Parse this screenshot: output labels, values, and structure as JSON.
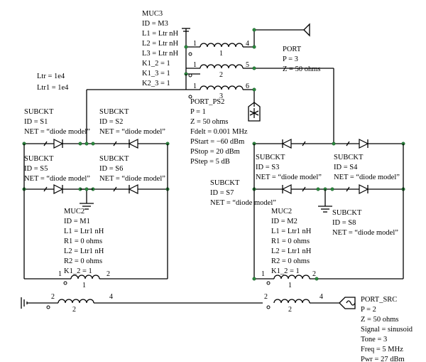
{
  "blocks": {
    "muc3": {
      "lines": [
        "MUC3",
        "ID = M3",
        "L1 = Ltr nH",
        "L2 = Ltr nH",
        "L3 = Ltr nH",
        "K1_2 = 1",
        "K1_3 = 1",
        "K2_3 = 1"
      ],
      "pins": [
        "1",
        "4",
        "1",
        "5",
        "1",
        "6"
      ],
      "coil_labels": [
        "1",
        "2",
        "3"
      ]
    },
    "params": {
      "ltr": "Ltr = 1e4",
      "ltr1": "Ltr1 = 1e4"
    },
    "port_top": {
      "lines": [
        "PORT",
        "P = 3",
        "Z = 50 ohms"
      ]
    },
    "port_ps2": {
      "lines": [
        "PORT_PS2",
        "P = 1",
        "Z = 50 ohms",
        "Fdelt = 0.001 MHz",
        "PStart = −60 dBm",
        "PStop = 20 dBm",
        "PStep = 5 dB"
      ]
    },
    "subckt_s1": {
      "lines": [
        "SUBCKT",
        "ID = S1",
        "NET = “diode model”"
      ]
    },
    "subckt_s2": {
      "lines": [
        "SUBCKT",
        "ID = S2",
        "NET = “diode model”"
      ]
    },
    "subckt_s5": {
      "lines": [
        "SUBCKT",
        "ID = S5",
        "NET = “diode model”"
      ]
    },
    "subckt_s6": {
      "lines": [
        "SUBCKT",
        "ID = S6",
        "NET = “diode model”"
      ]
    },
    "subckt_s3": {
      "lines": [
        "SUBCKT",
        "ID = S3",
        "NET = “diode model”"
      ]
    },
    "subckt_s4": {
      "lines": [
        "SUBCKT",
        "ID = S4",
        "NET = “diode model”"
      ]
    },
    "subckt_s7": {
      "lines": [
        "SUBCKT",
        "ID = S7",
        "NET = “diode model”"
      ]
    },
    "subckt_s8": {
      "lines": [
        "SUBCKT",
        "ID = S8",
        "NET = “diode model”"
      ]
    },
    "muc2_m1": {
      "lines": [
        "MUC2",
        "ID = M1",
        "L1 = Ltr1 nH",
        "R1 = 0 ohms",
        "L2 = Ltr1 nH",
        "R2 = 0 ohms",
        "K1_2 = 1"
      ],
      "pins": [
        "1",
        "2",
        "2",
        "4"
      ],
      "coil_labels": [
        "1",
        "2"
      ]
    },
    "muc2_m2": {
      "lines": [
        "MUC2",
        "ID = M2",
        "L1 = Ltr1 nH",
        "R1 = 0 ohms",
        "L2 = Ltr1 nH",
        "R2 = 0 ohms",
        "K1_2 = 1"
      ],
      "pins": [
        "1",
        "2",
        "2",
        "4"
      ],
      "coil_labels": [
        "1",
        "2"
      ]
    },
    "port_src": {
      "lines": [
        "PORT_SRC",
        "P = 2",
        "Z = 50 ohms",
        "Signal = sinusoid",
        "Tone = 3",
        "Freq = 5 MHz",
        "Pwr = 27 dBm"
      ]
    }
  }
}
